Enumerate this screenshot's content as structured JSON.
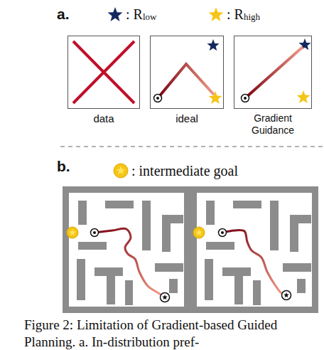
{
  "diagram": {
    "caption": "Figure 2: Limitation of Gradient-based Guided Planning. a. In-distribution pref-",
    "nodes": [
      {
        "text": [
          "data"
        ]
      },
      {
        "text": [
          "ideal"
        ]
      },
      {
        "text": [
          "Gradient Guidance"
        ]
      }
    ],
    "labels": [
      "a.",
      "b.",
      "low",
      "high"
    ],
    "legend": [
      {
        "text": ": R"
      },
      {
        "text": ": R"
      },
      {
        "text": ": intermediate goal"
      }
    ]
  }
}
